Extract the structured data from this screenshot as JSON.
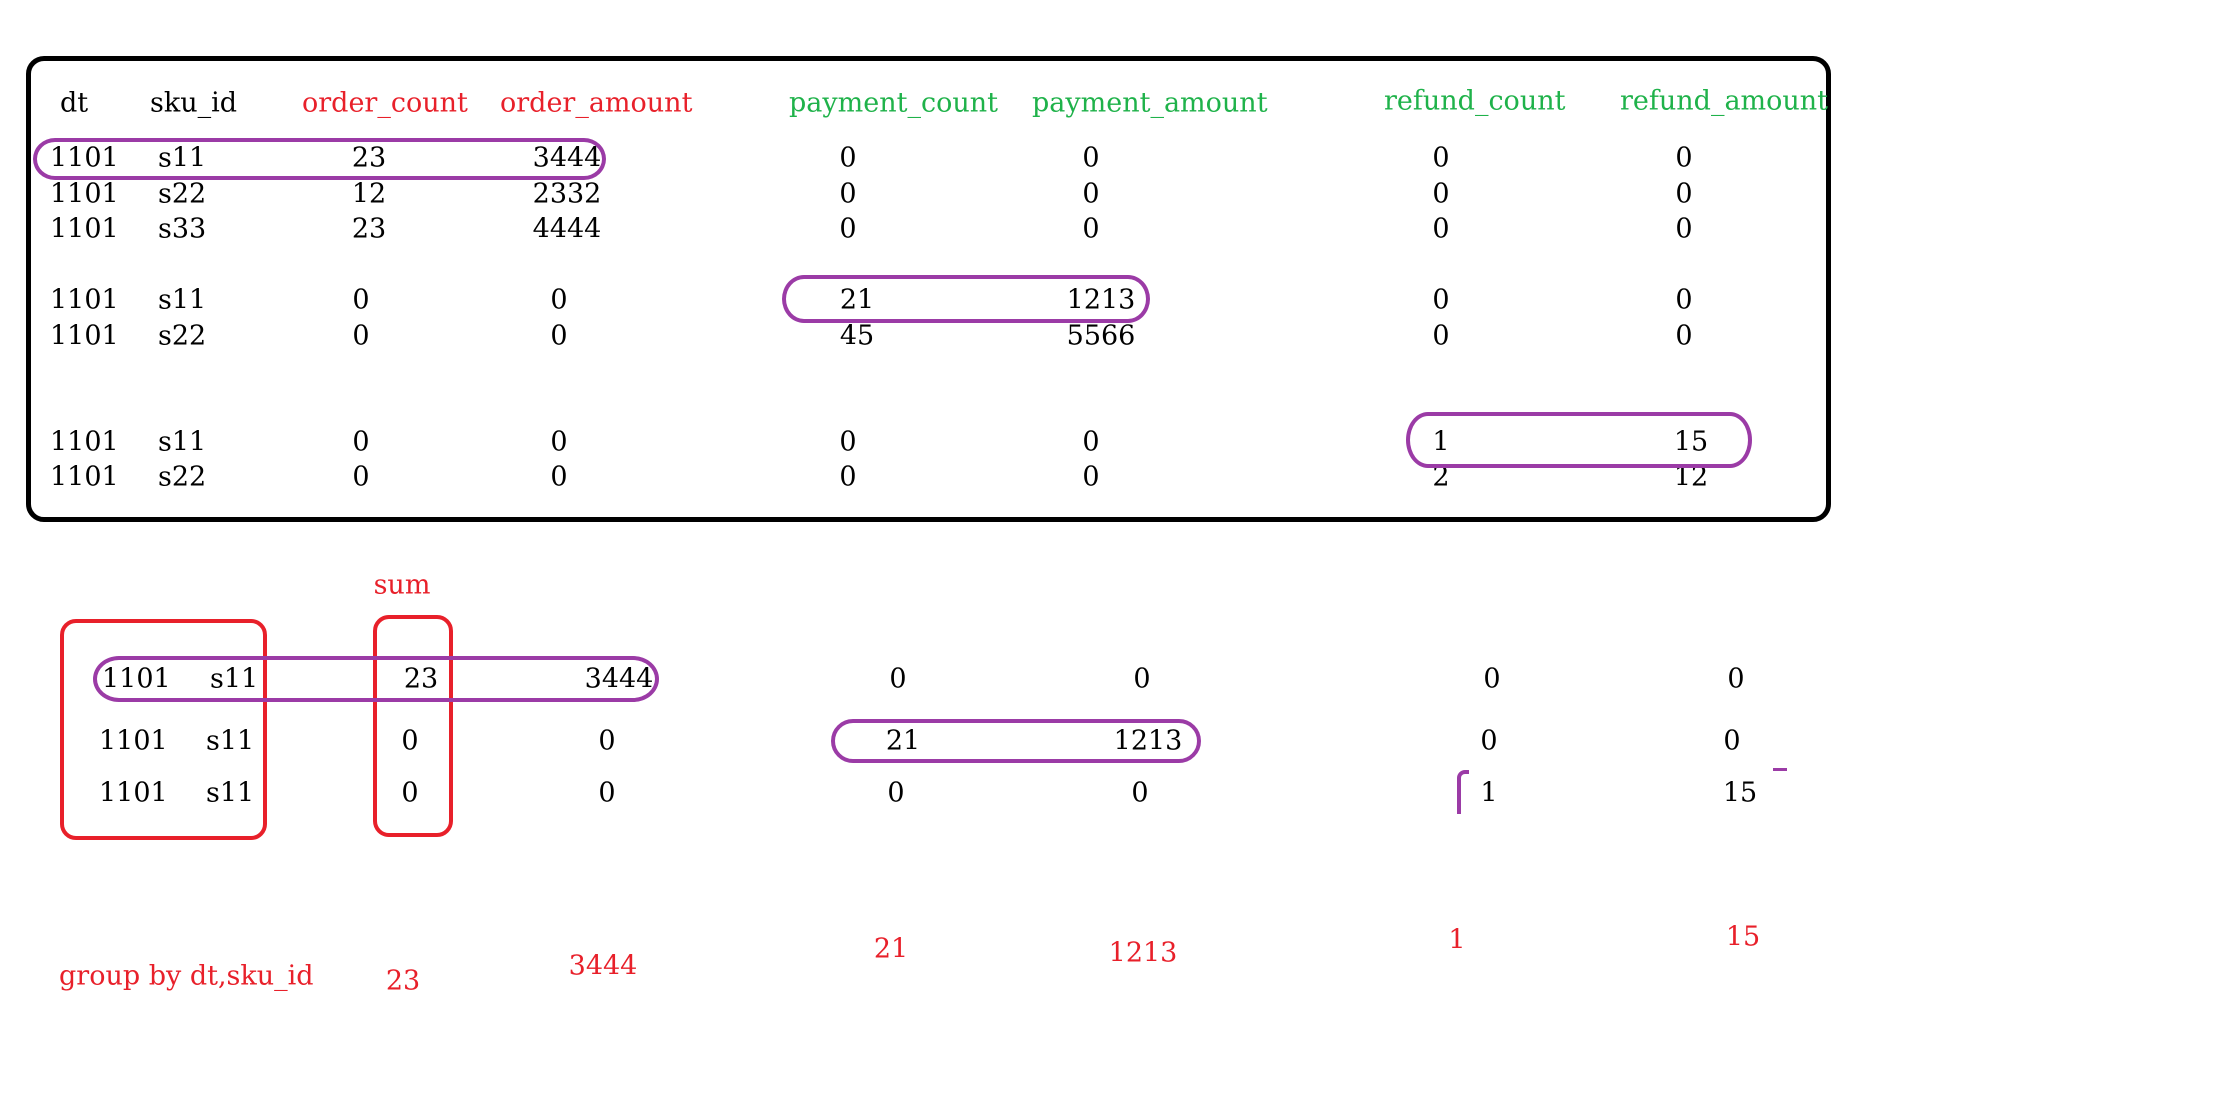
{
  "colors": {
    "order_header": "#e8202a",
    "payment_refund_header": "#1fb24a",
    "highlight_oval": "#9b3ba6",
    "group_box": "#e8202a",
    "result_text": "#e8202a"
  },
  "source_table": {
    "headers": [
      "dt",
      "sku_id",
      "order_count",
      "order_amount",
      "payment_count",
      "payment_amount",
      "refund_count",
      "refund_amount"
    ],
    "rows": [
      [
        "1101",
        "s11",
        "23",
        "3444",
        "0",
        "0",
        "0",
        "0"
      ],
      [
        "1101",
        "s22",
        "12",
        "2332",
        "0",
        "0",
        "0",
        "0"
      ],
      [
        "1101",
        "s33",
        "23",
        "4444",
        "0",
        "0",
        "0",
        "0"
      ],
      [
        "1101",
        "s11",
        "0",
        "0",
        "21",
        "1213",
        "0",
        "0"
      ],
      [
        "1101",
        "s22",
        "0",
        "0",
        "45",
        "5566",
        "0",
        "0"
      ],
      [
        "1101",
        "s11",
        "0",
        "0",
        "0",
        "0",
        "1",
        "15"
      ],
      [
        "1101",
        "s22",
        "0",
        "0",
        "0",
        "0",
        "2",
        "12"
      ]
    ]
  },
  "grouped_rows": [
    [
      "1101",
      "s11",
      "23",
      "3444",
      "0",
      "0",
      "0",
      "0"
    ],
    [
      "1101",
      "s11",
      "0",
      "0",
      "21",
      "1213",
      "0",
      "0"
    ],
    [
      "1101",
      "s11",
      "0",
      "0",
      "0",
      "0",
      "1",
      "15"
    ]
  ],
  "sum_label": "sum",
  "group_by_label": "group by dt,sku_id",
  "result_values": [
    "23",
    "3444",
    "21",
    "1213",
    "1",
    "15"
  ]
}
